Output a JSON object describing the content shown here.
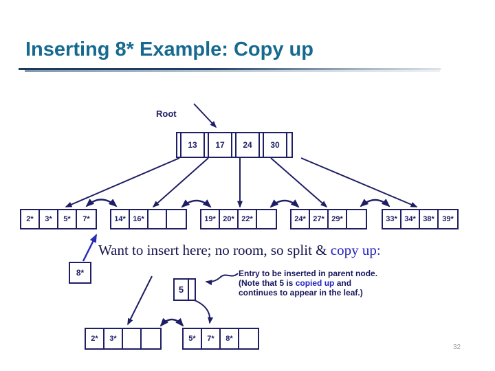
{
  "slide": {
    "title": "Inserting 8* Example: Copy up",
    "page_number": "32"
  },
  "labels": {
    "root": "Root",
    "insert_sentence_main": "Want to insert here; no room, so split & ",
    "insert_sentence_highlight": "copy up:",
    "note_line1": "Entry to be inserted in parent node.",
    "note_line2_pre": "(Note that 5 is ",
    "note_line2_highlight": "copied up",
    "note_line2_post": " and",
    "note_line3": "continues to appear in the leaf.)"
  },
  "tree": {
    "root": {
      "keys": [
        "13",
        "17",
        "24",
        "30"
      ]
    },
    "leaves": [
      {
        "cells": [
          "2*",
          "3*",
          "5*",
          "7*"
        ]
      },
      {
        "cells": [
          "14*",
          "16*",
          "",
          ""
        ]
      },
      {
        "cells": [
          "19*",
          "20*",
          "22*",
          ""
        ]
      },
      {
        "cells": [
          "24*",
          "27*",
          "29*",
          ""
        ]
      },
      {
        "cells": [
          "33*",
          "34*",
          "38*",
          "39*"
        ]
      }
    ],
    "new_entry": {
      "key": "8*"
    },
    "copied_key": {
      "key": "5"
    },
    "split_leaves": [
      {
        "cells": [
          "2*",
          "3*",
          "",
          ""
        ]
      },
      {
        "cells": [
          "5*",
          "7*",
          "8*",
          ""
        ]
      }
    ]
  },
  "colors": {
    "diagram_navy": "#1e1e64",
    "title_blue": "#16698F",
    "highlight_blue": "#2121bf",
    "insert_arrow_blue": "#2a2ab8",
    "page_number_gray": "#9a9a9a"
  }
}
